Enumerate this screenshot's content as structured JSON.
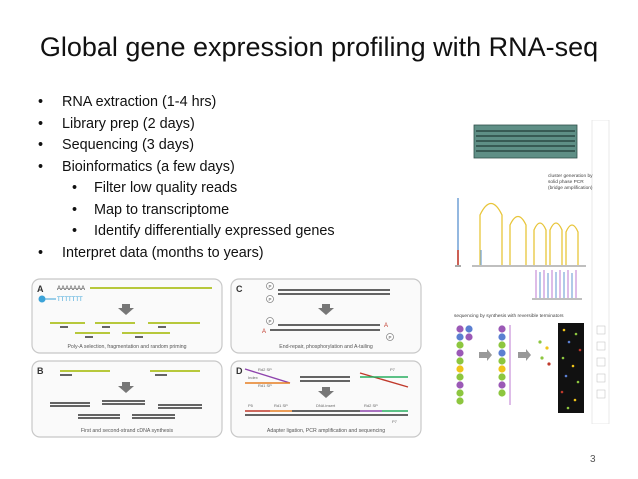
{
  "slide": {
    "title": "Global gene expression profiling with RNA-seq",
    "bullets": [
      "RNA extraction (1-4 hrs)",
      "Library prep (2 days)",
      "Sequencing (3 days)",
      "Bioinformatics (a few days)"
    ],
    "sub_bullets": [
      "Filter low quality reads",
      "Map to transcriptome",
      "Identify differentially expressed genes"
    ],
    "last_bullet": "Interpret data (months to years)",
    "page_number": "3"
  },
  "library_figure": {
    "panels": {
      "a": {
        "letter": "A",
        "seq_a": "AAAAAAA",
        "seq_t": "TTTTTTT",
        "caption": "Poly-A selection, fragmentation and random priming"
      },
      "b": {
        "letter": "B",
        "caption": "First and second-strand cDNA synthesis"
      },
      "c": {
        "letter": "C",
        "label_p": "P",
        "label_a": "A",
        "caption": "End-repair, phosphorylation and A-tailing"
      },
      "d": {
        "letter": "D",
        "label_p5": "P5",
        "label_p7": "P7",
        "label_rd1": "Rd1 SP",
        "label_rd2": "Rd2 SP",
        "label_index": "Index",
        "label_insert": "DNA insert",
        "caption": "Adapter ligation, PCR amplification and sequencing"
      }
    }
  },
  "sequencing_figure": {
    "cluster_caption_1": "cluster generation by",
    "cluster_caption_2": "solid phase PCR",
    "cluster_caption_3": "(bridge amplification)",
    "sbs_caption": "sequencing by synthesis with reversible terminators"
  },
  "colors": {
    "title_text": "#111111",
    "read_green": "#b7c83c",
    "flowcell": "#5f8f86",
    "panel_border": "#c8c8c8",
    "nucleotide_colors": [
      "#9b59b6",
      "#5b7fd1",
      "#8dc63f",
      "#f0c419"
    ]
  }
}
